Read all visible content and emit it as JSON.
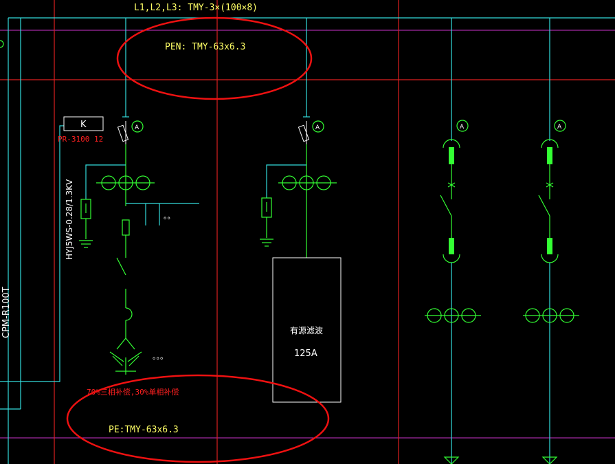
{
  "bus_label": "L1,L2,L3: TMY-3×(100×8)",
  "pen_label": "PEN: TMY-63x6.3",
  "pe_label": "PE:TMY-63x6.3",
  "relay_box": "K",
  "relay_model": "PR-3100 12",
  "cable_label": "HYJ5WS-0.28/1.3KV",
  "side_panel_label": "CPM-R100T",
  "capacitor_note": "70%三相补偿,30%单相补偿",
  "filter_box_title": "有源滤波",
  "filter_box_rating": "125A",
  "ammeter_letter": "A",
  "dots": "。。。",
  "dots_short": "。。",
  "colors": {
    "background": "#000000",
    "cyan_wire": "#33dddd",
    "green_symbol": "#33ff33",
    "magenta_line": "#cc33cc",
    "red_line": "#dd2020",
    "highlight": "#ee1111",
    "label_yellow": "#ffff66",
    "label_red": "#ff2020"
  }
}
